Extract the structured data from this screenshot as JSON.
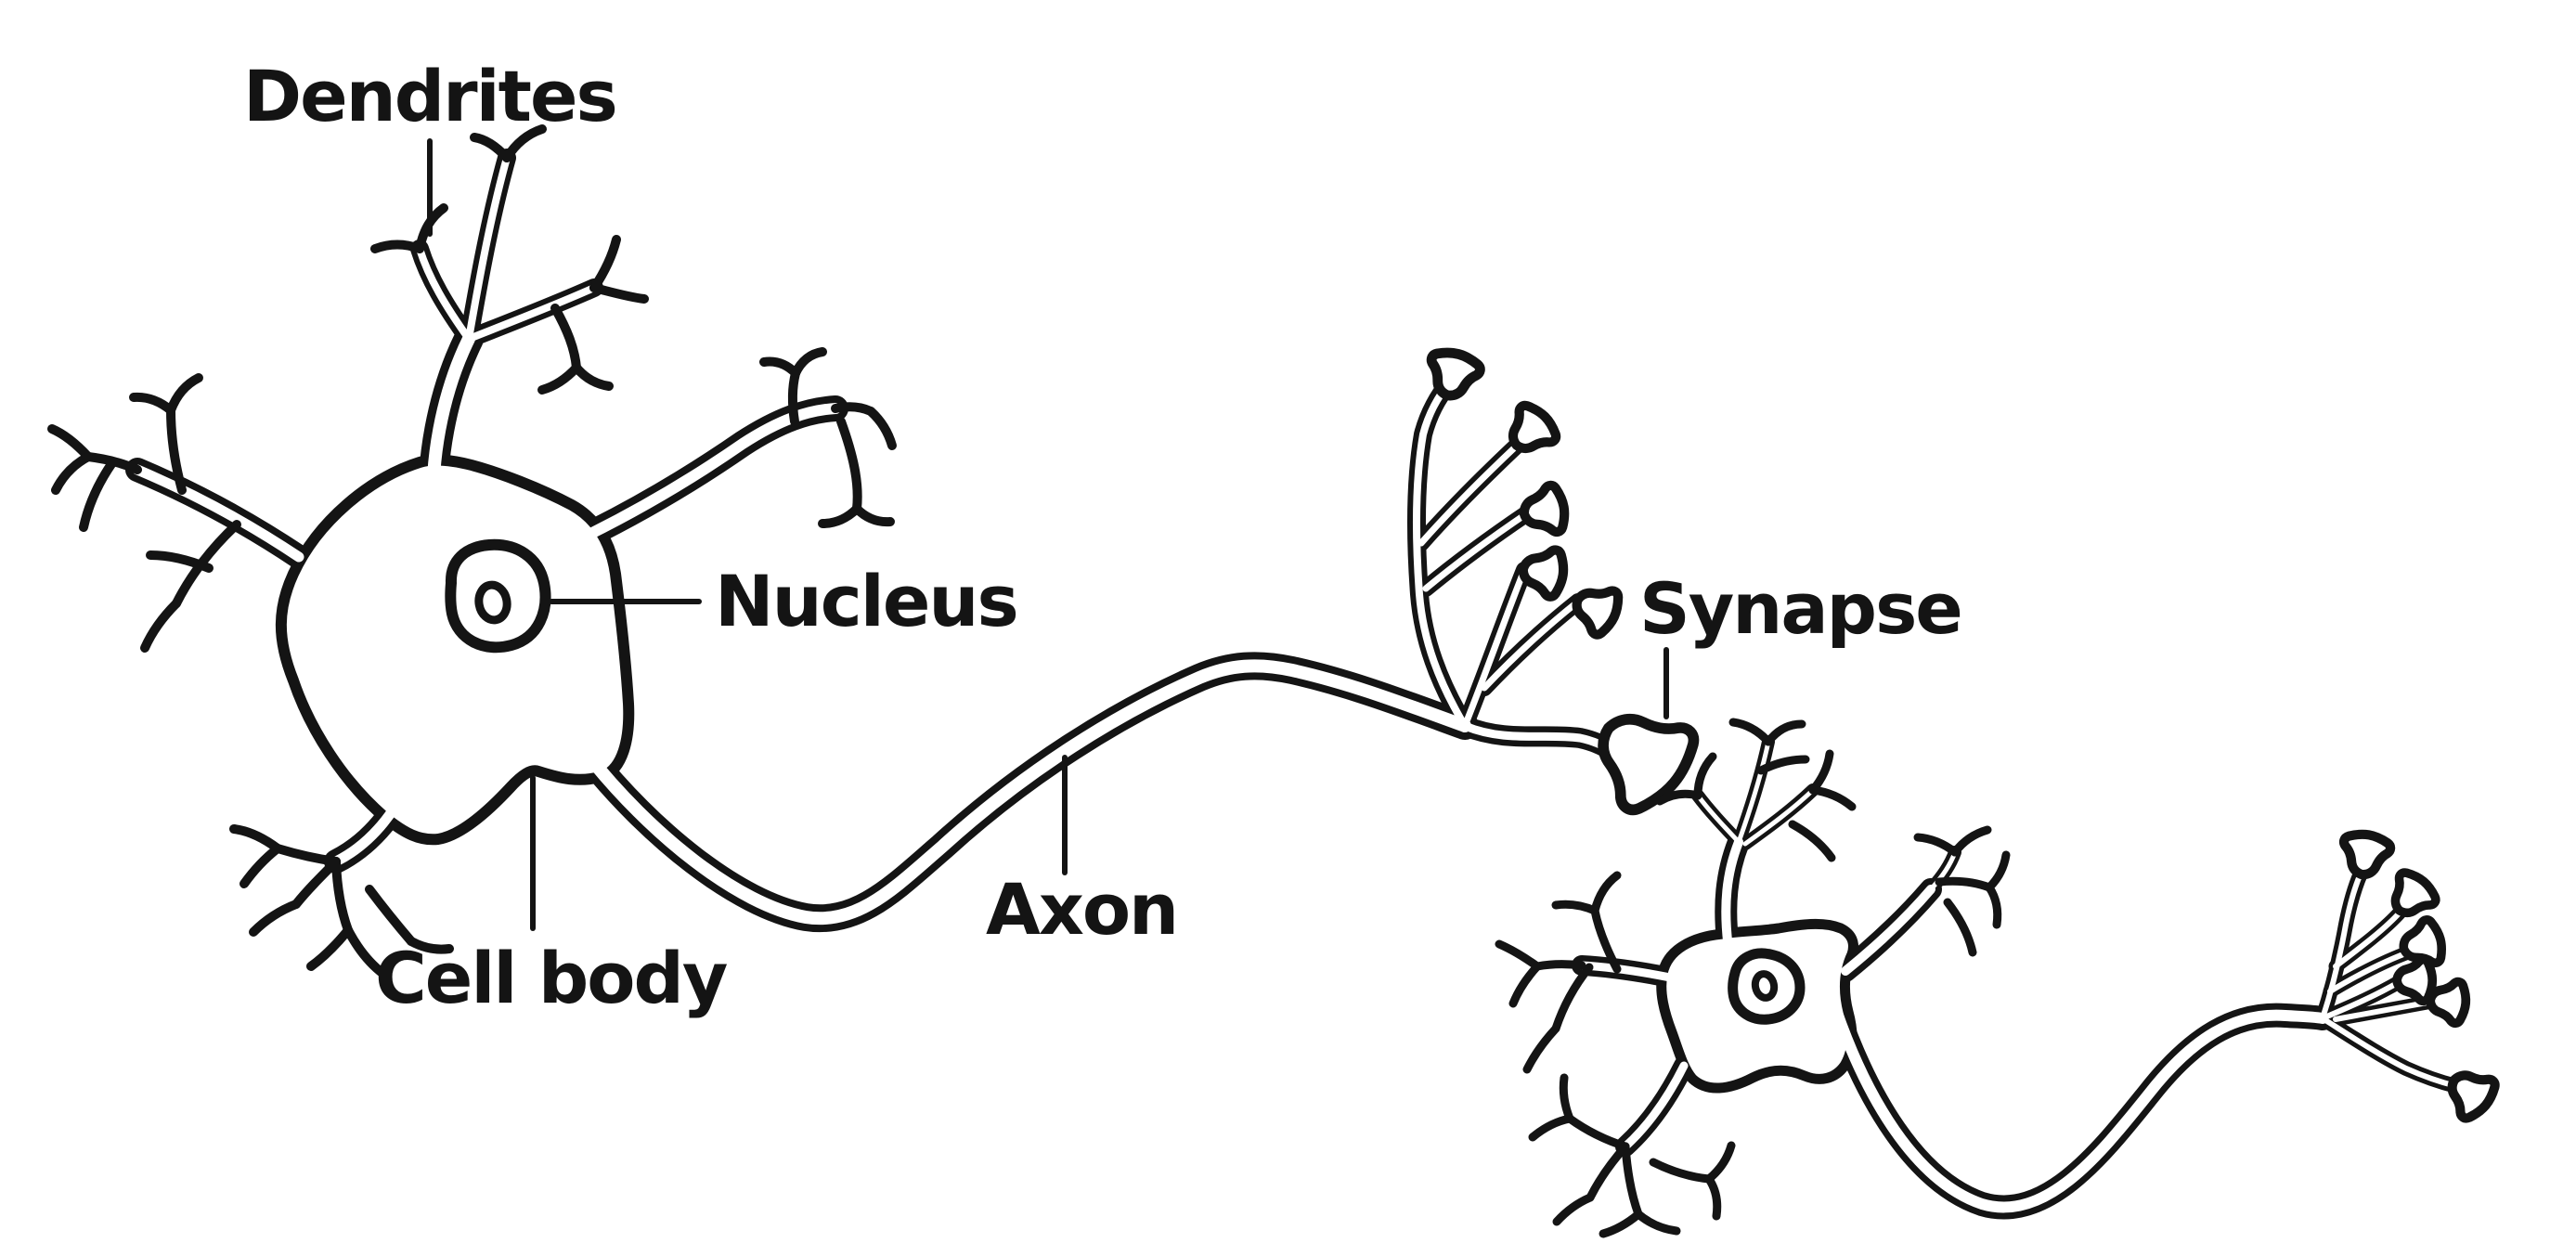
{
  "labels": {
    "dendrites": "Dendrites",
    "nucleus": "Nucleus",
    "synapse": "Synapse",
    "axon": "Axon",
    "cell_body": "Cell body"
  },
  "colors": {
    "ink": "#141414",
    "background": "#ffffff"
  }
}
